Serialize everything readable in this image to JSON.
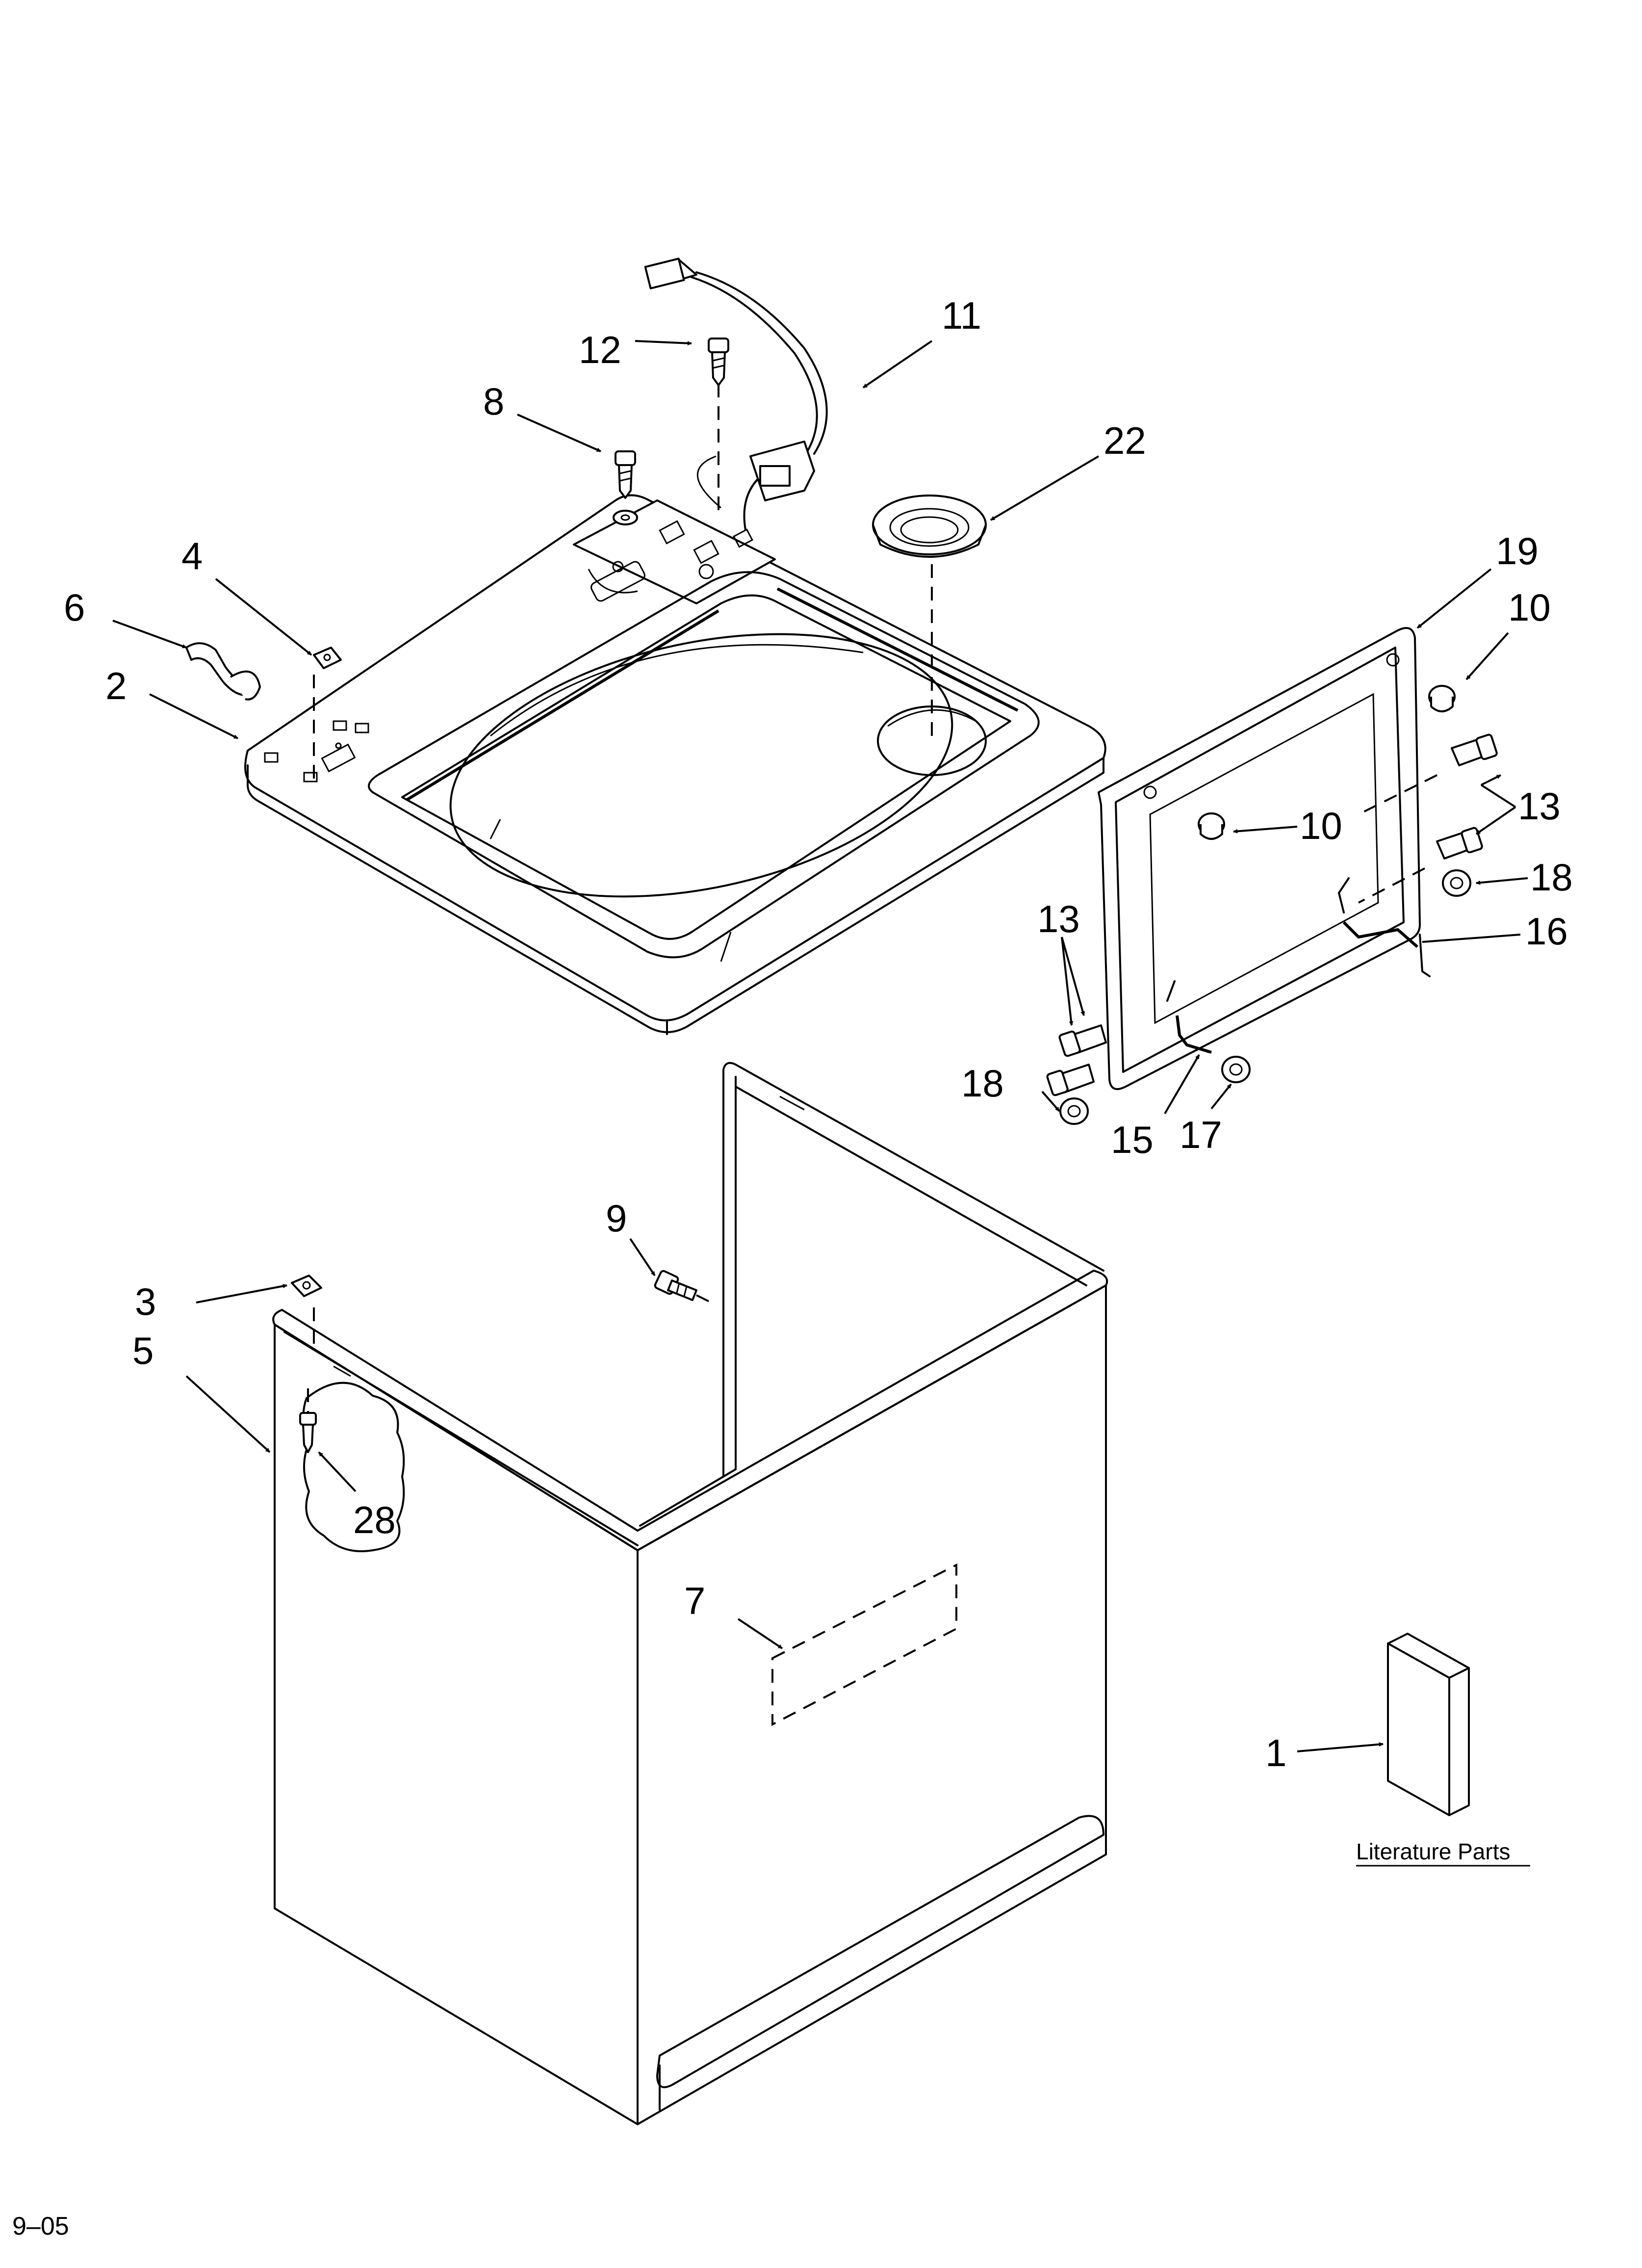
{
  "labels": {
    "n1": "1",
    "n2": "2",
    "n3": "3",
    "n4": "4",
    "n5": "5",
    "n6": "6",
    "n7": "7",
    "n8": "8",
    "n9": "9",
    "n10a": "10",
    "n10b": "10",
    "n11": "11",
    "n12": "12",
    "n13a": "13",
    "n13b": "13",
    "n15": "15",
    "n16": "16",
    "n17": "17",
    "n18a": "18",
    "n18b": "18",
    "n19": "19",
    "n22": "22",
    "n28": "28"
  },
  "literature_label": "Literature Parts",
  "footer_code": "9–05"
}
